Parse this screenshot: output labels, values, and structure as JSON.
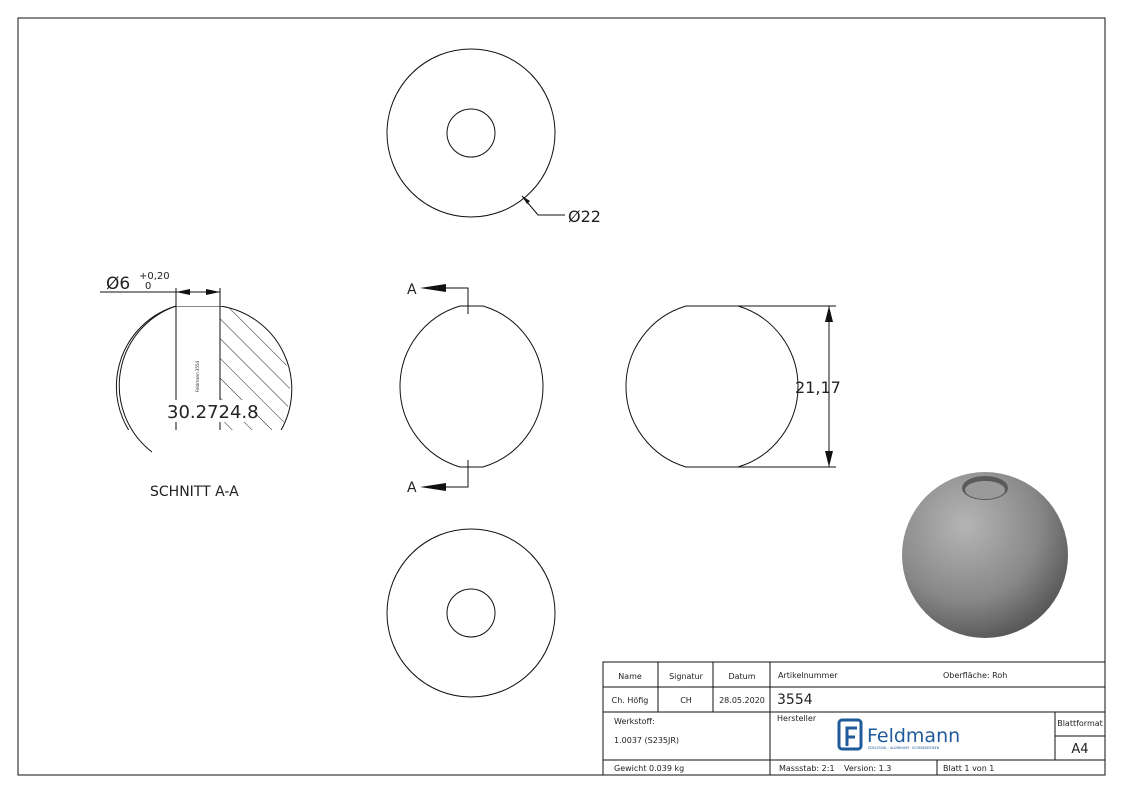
{
  "drawing": {
    "top_diameter": "22",
    "height_dim": "21,17",
    "hole_diameter": "6",
    "tol_upper": "+0,20",
    "tol_lower": "0",
    "section_marker": "A",
    "section_label": "SCHNITT A-A",
    "overlay_readout": "30.2724.8",
    "engraving": "Feldmann 3554"
  },
  "title_block": {
    "name_header": "Name",
    "signature_header": "Signatur",
    "date_header": "Datum",
    "name": "Ch. Höfig",
    "signature": "CH",
    "date": "28.05.2020",
    "article_label": "Artikelnummer",
    "article_number": "3554",
    "surface": "Oberfläche:  Roh",
    "material_label": "Werkstoff:",
    "material": "1.0037 (S235JR)",
    "manufacturer_label": "Hersteller",
    "sheet_format_label": "Blattformat",
    "sheet_format": "A4",
    "weight": "Gewicht 0.039 kg",
    "scale": "Massstab: 2:1",
    "version": "Version: 1.3",
    "sheet": "Blatt 1 von 1"
  },
  "logo": {
    "name": "Feldmann",
    "tagline": "EDELSTAHL · ALUMINIUM · SCHMIEDEEISEN",
    "color": "#1f5a9a"
  }
}
